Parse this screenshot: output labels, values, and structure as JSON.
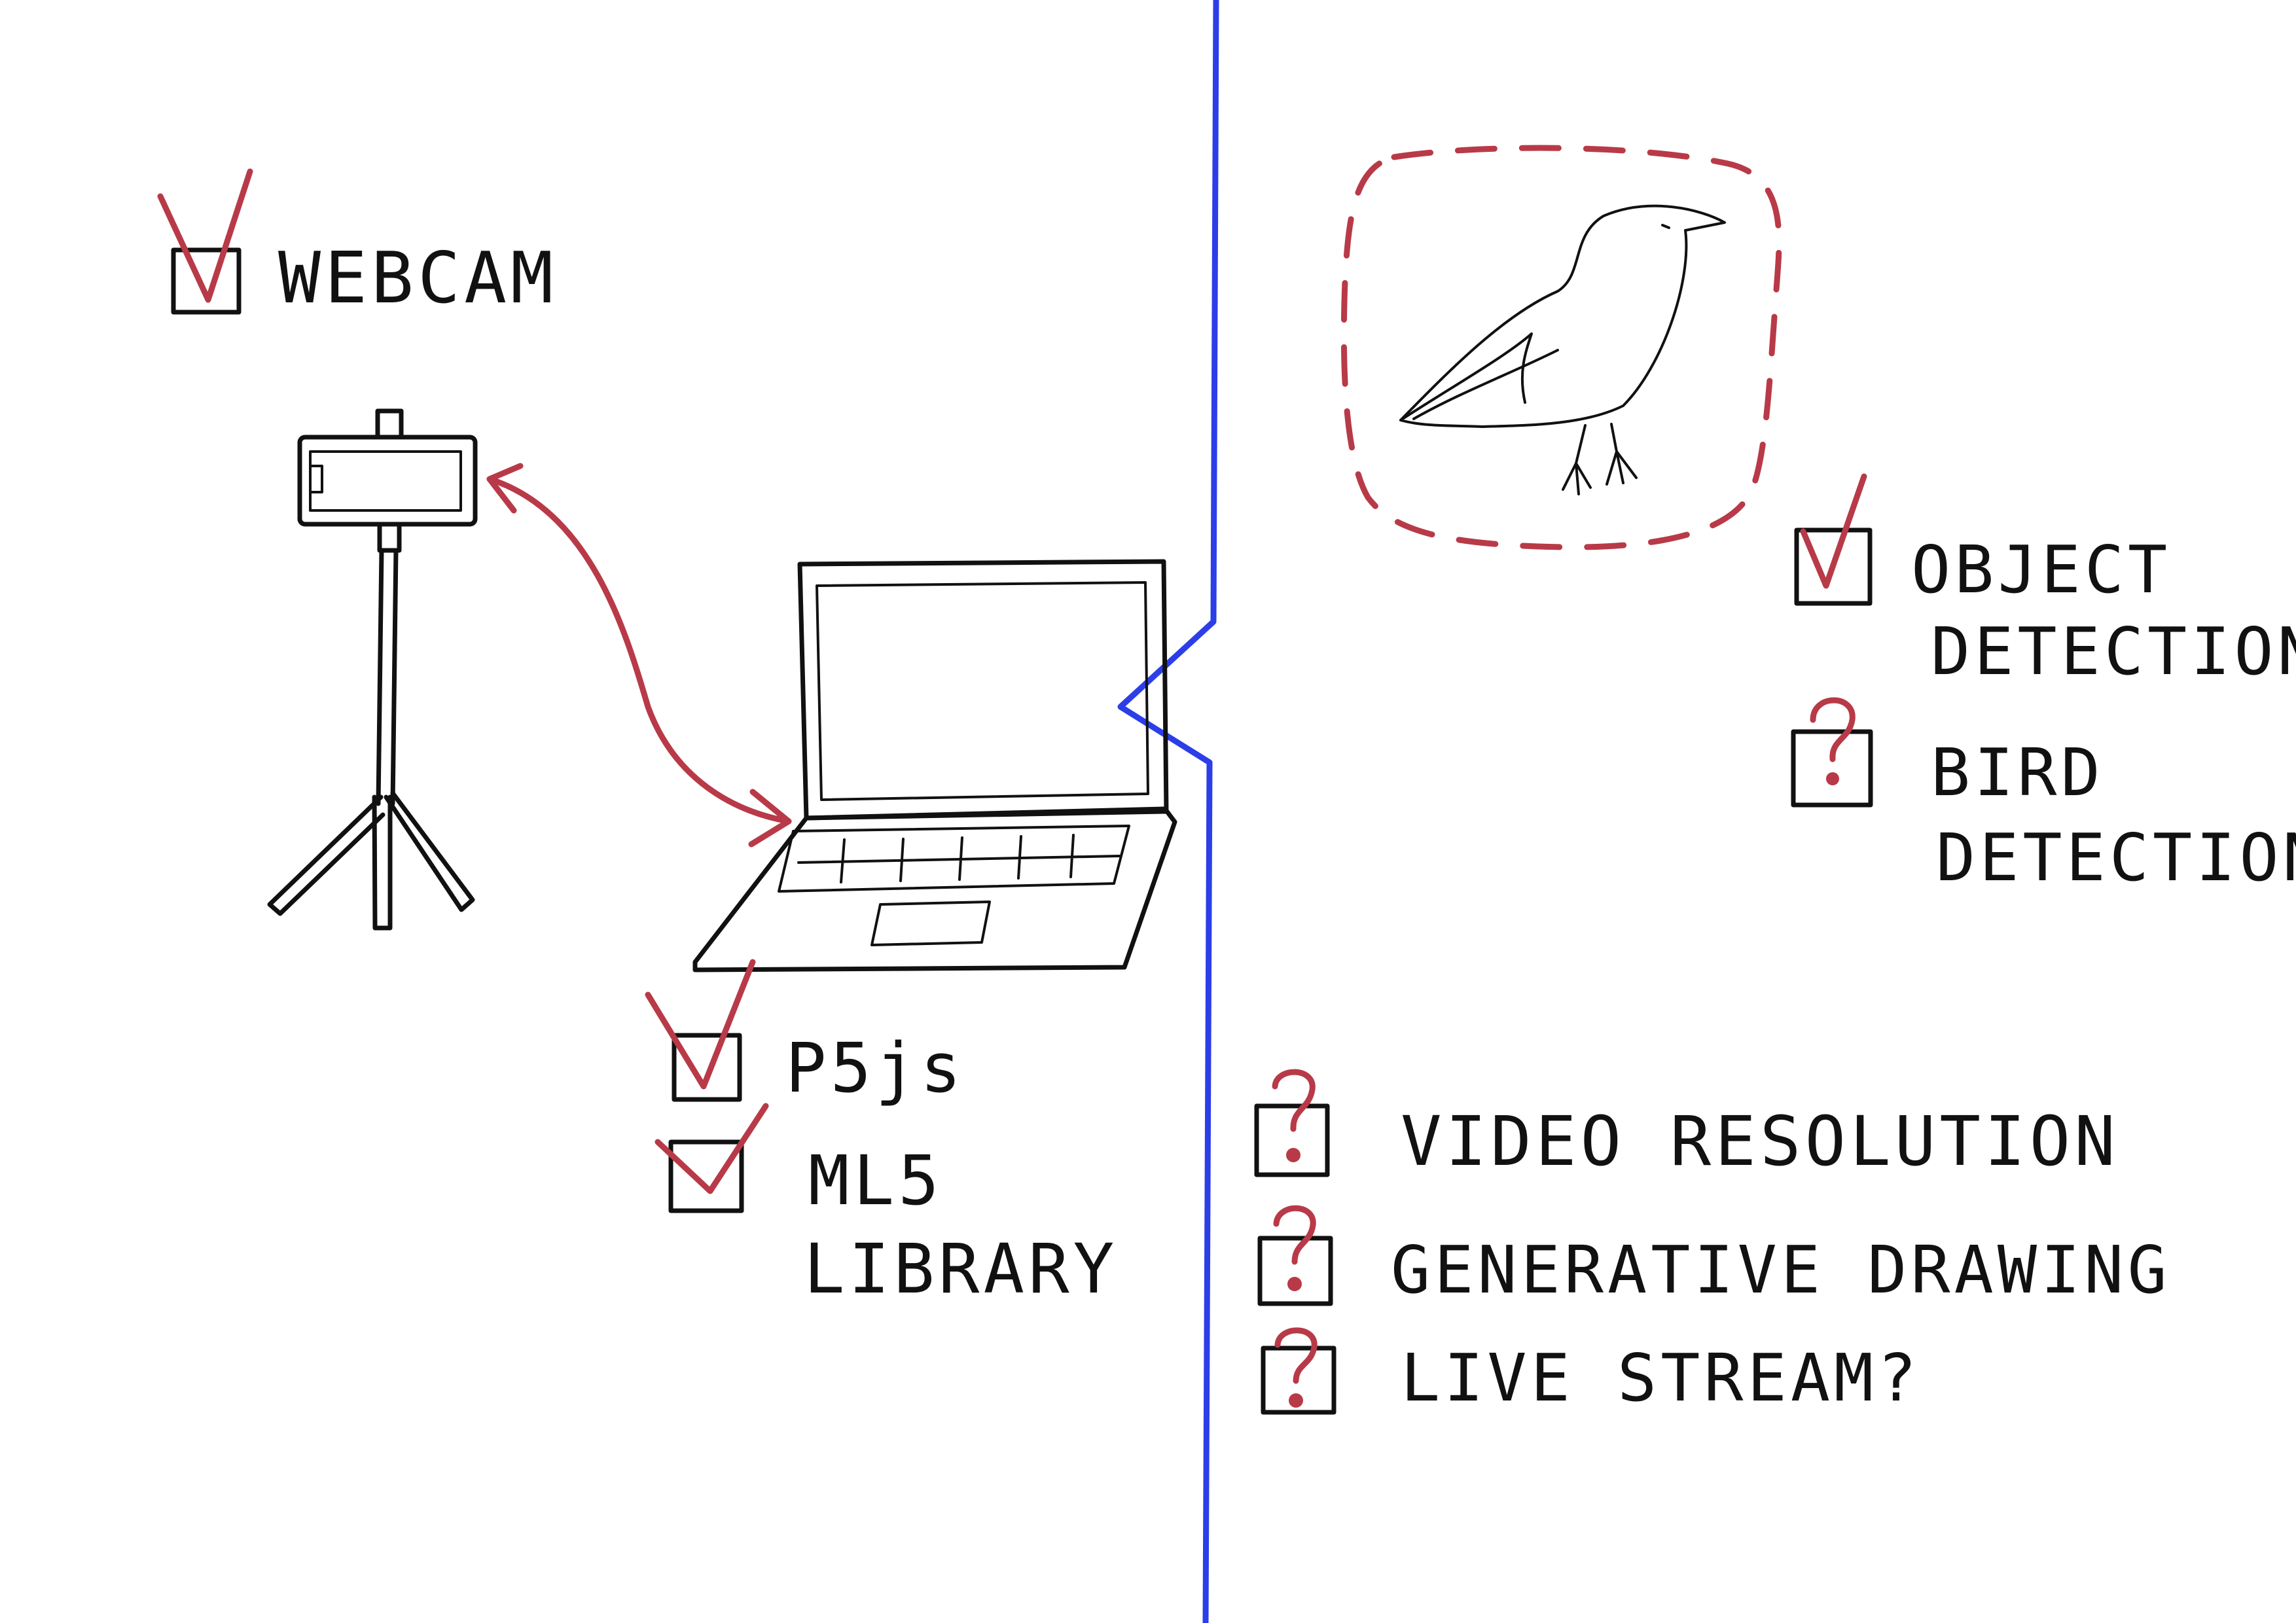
{
  "colors": {
    "ink": "#111111",
    "accent_red": "#b83a48",
    "divider_blue": "#2c3ee8"
  },
  "hardware": {
    "webcam": {
      "label": "WEBCAM",
      "status": "checked"
    },
    "p5js": {
      "label": "P5js",
      "status": "checked"
    },
    "ml5": {
      "label_line1": "ML5",
      "label_line2": "LIBRARY",
      "status": "checked"
    }
  },
  "detection": {
    "object": {
      "label_line1": "OBJECT",
      "label_line2": "DETECTION",
      "status": "checked"
    },
    "bird": {
      "label_line1": "BIRD",
      "label_line2": "DETECTION",
      "status": "question"
    }
  },
  "questions": [
    {
      "label": "VIDEO RESOLUTION",
      "status": "question"
    },
    {
      "label": "GENERATIVE DRAWING",
      "status": "question"
    },
    {
      "label": "LIVE STREAM?",
      "status": "question"
    }
  ],
  "icons": [
    "phone-webcam-icon",
    "tripod-icon",
    "laptop-icon",
    "bird-icon",
    "double-arrow-icon",
    "checkmark-icon",
    "question-mark-icon"
  ]
}
